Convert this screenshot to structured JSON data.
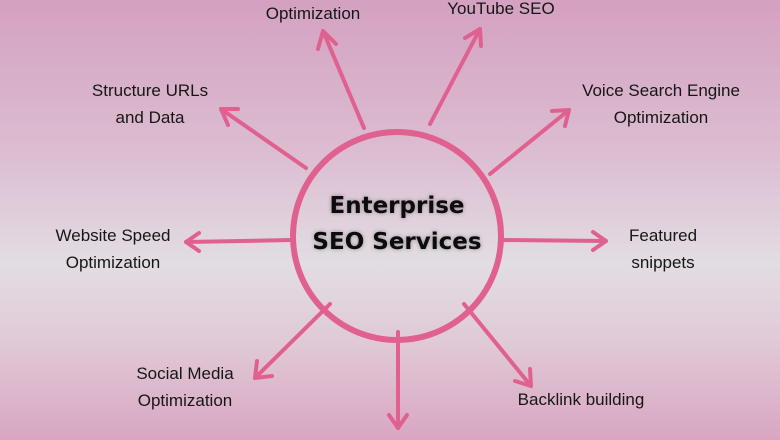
{
  "center": {
    "line1": "Enterprise",
    "line2": "SEO Services"
  },
  "services": [
    {
      "line1": "Optimization",
      "line2": ""
    },
    {
      "line1": "YouTube SEO",
      "line2": ""
    },
    {
      "line1": "Voice Search Engine",
      "line2": "Optimization"
    },
    {
      "line1": "Featured",
      "line2": "snippets"
    },
    {
      "line1": "Backlink building",
      "line2": ""
    },
    {
      "line1": "Social Media",
      "line2": "Optimization"
    },
    {
      "line1": "Website Speed",
      "line2": "Optimization"
    },
    {
      "line1": "Structure URLs",
      "line2": "and Data"
    }
  ],
  "colors": {
    "accent": "#e0608f"
  }
}
